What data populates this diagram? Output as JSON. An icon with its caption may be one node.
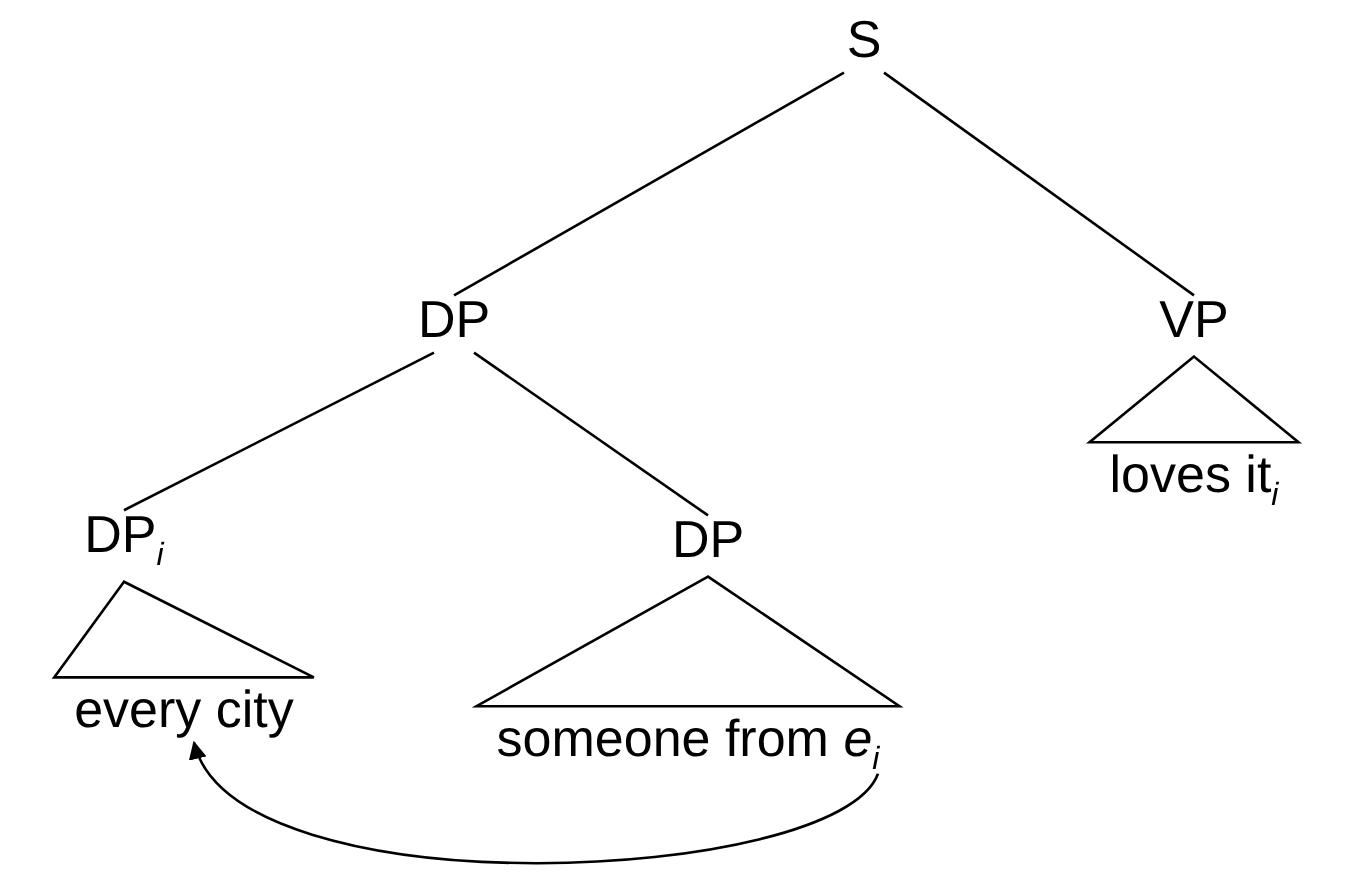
{
  "diagram": {
    "nodes": [
      {
        "text": [
          "S"
        ]
      },
      {
        "text": [
          "DP"
        ]
      },
      {
        "text": [
          "VP"
        ]
      },
      {
        "text": [
          "DP$_{i}$"
        ]
      },
      {
        "text": [
          "DP"
        ]
      },
      {
        "text": [
          "every city"
        ]
      },
      {
        "text": [
          "someone from *e*$_{i}$"
        ]
      },
      {
        "text": [
          "loves it$_{i}$"
        ]
      }
    ],
    "edges": [
      {
        "from": 0,
        "to": 1,
        "arrow": "none"
      },
      {
        "from": 0,
        "to": 2,
        "arrow": "none"
      },
      {
        "from": 1,
        "to": 3,
        "arrow": "none"
      },
      {
        "from": 1,
        "to": 4,
        "arrow": "none"
      },
      {
        "from": 2,
        "to": 7,
        "arrow": "none"
      },
      {
        "from": 3,
        "to": 5,
        "arrow": "none"
      },
      {
        "from": 4,
        "to": 6,
        "arrow": "none"
      },
      {
        "from": 6,
        "to": 5,
        "arrow": "to"
      }
    ]
  }
}
